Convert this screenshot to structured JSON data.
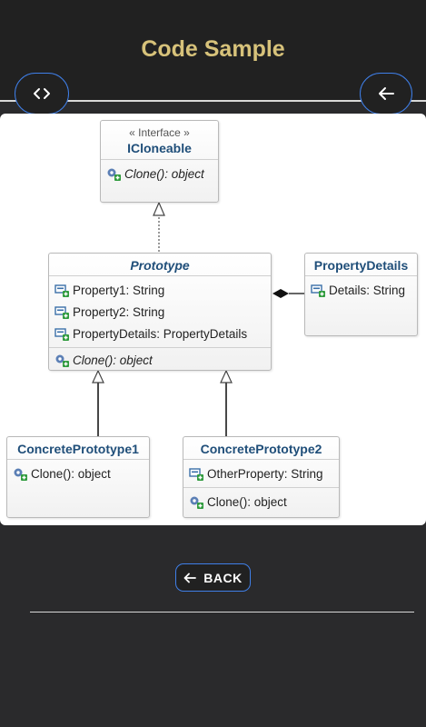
{
  "header": {
    "title": "Code Sample"
  },
  "buttons": {
    "back_label": "BACK"
  },
  "icons": {
    "code": "code-icon",
    "arrow": "arrow-left-icon",
    "property": "property-icon",
    "method": "method-gear-icon"
  },
  "diagram": {
    "icloneable": {
      "stereotype": "« Interface »",
      "name": "ICloneable",
      "methods": [
        "Clone(): object"
      ]
    },
    "prototype": {
      "name": "Prototype",
      "properties": [
        "Property1: String",
        "Property2: String",
        "PropertyDetails: PropertyDetails"
      ],
      "methods": [
        "Clone(): object"
      ]
    },
    "property_details": {
      "name": "PropertyDetails",
      "properties": [
        "Details: String"
      ]
    },
    "concrete1": {
      "name": "ConcretePrototype1",
      "methods": [
        "Clone(): object"
      ]
    },
    "concrete2": {
      "name": "ConcretePrototype2",
      "properties": [
        "OtherProperty: String"
      ],
      "methods": [
        "Clone(): object"
      ]
    }
  }
}
